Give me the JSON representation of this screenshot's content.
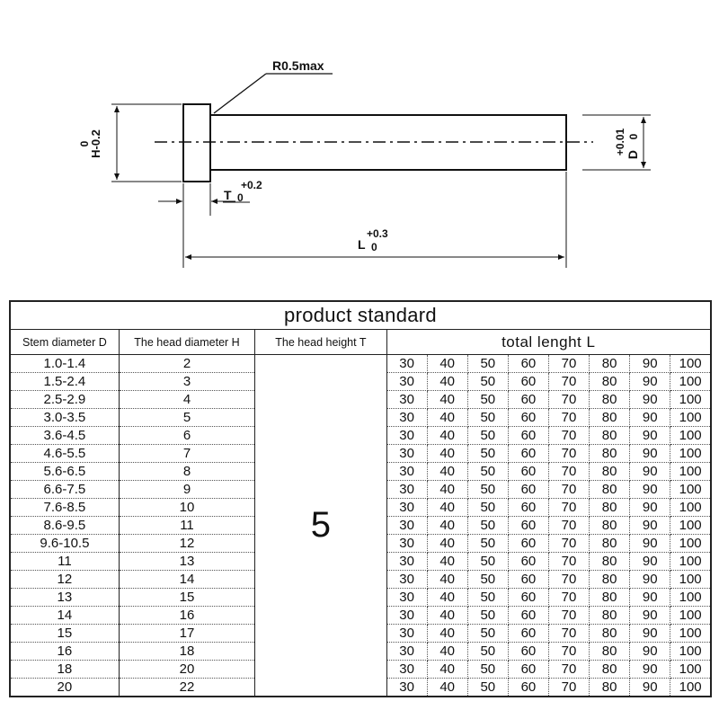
{
  "drawing": {
    "radius_label": "R0.5max",
    "h_tol_top": "0",
    "h_tol_label": "H-0.2",
    "t_tol": "+0.2",
    "t_label": "T",
    "t_base": "0",
    "d_tol": "+0.01",
    "d_label": "D",
    "d_base": "0",
    "l_tol": "+0.3",
    "l_label": "L",
    "l_base": "0"
  },
  "table": {
    "title": "product standard",
    "headers": {
      "stem_diameter": "Stem diameter D",
      "head_diameter": "The head diameter H",
      "head_height": "The head height T",
      "total_length": "total lenght  L"
    },
    "head_height_value": "5",
    "lengths": [
      "30",
      "40",
      "50",
      "60",
      "70",
      "80",
      "90",
      "100"
    ],
    "rows": [
      {
        "d": "1.0-1.4",
        "h": "2"
      },
      {
        "d": "1.5-2.4",
        "h": "3"
      },
      {
        "d": "2.5-2.9",
        "h": "4"
      },
      {
        "d": "3.0-3.5",
        "h": "5"
      },
      {
        "d": "3.6-4.5",
        "h": "6"
      },
      {
        "d": "4.6-5.5",
        "h": "7"
      },
      {
        "d": "5.6-6.5",
        "h": "8"
      },
      {
        "d": "6.6-7.5",
        "h": "9"
      },
      {
        "d": "7.6-8.5",
        "h": "10"
      },
      {
        "d": "8.6-9.5",
        "h": "11"
      },
      {
        "d": "9.6-10.5",
        "h": "12"
      },
      {
        "d": "11",
        "h": "13"
      },
      {
        "d": "12",
        "h": "14"
      },
      {
        "d": "13",
        "h": "15"
      },
      {
        "d": "14",
        "h": "16"
      },
      {
        "d": "15",
        "h": "17"
      },
      {
        "d": "16",
        "h": "18"
      },
      {
        "d": "18",
        "h": "20"
      },
      {
        "d": "20",
        "h": "22"
      }
    ]
  }
}
